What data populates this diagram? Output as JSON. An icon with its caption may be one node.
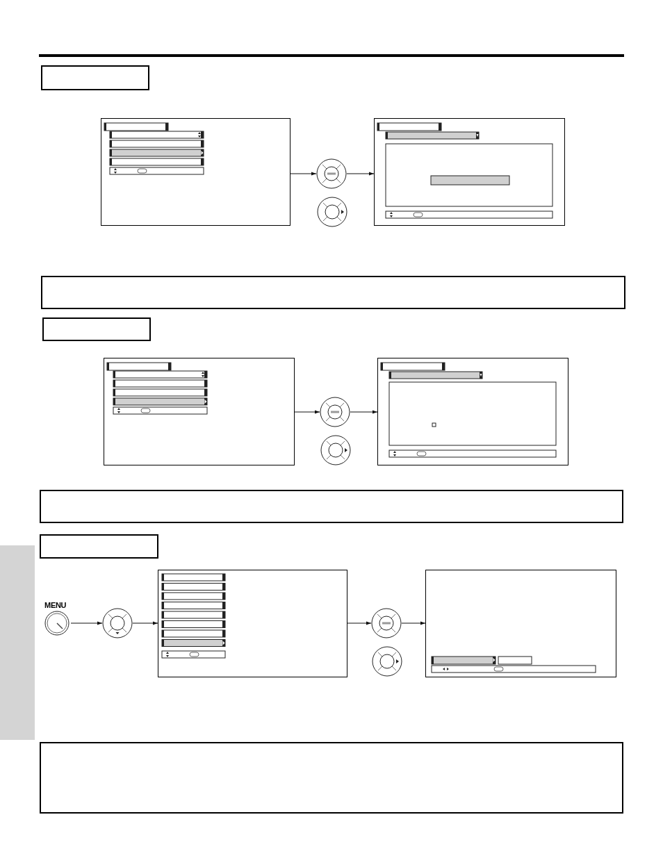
{
  "diagram": {
    "nodes": [
      {
        "text": [],
        "shape": "box"
      },
      {
        "text": [],
        "shape": "picture"
      },
      {
        "text": [],
        "shape": "circle"
      },
      {
        "text": [],
        "shape": "picture"
      },
      {
        "text": [],
        "shape": "box"
      },
      {
        "text": [],
        "shape": "box"
      },
      {
        "text": [],
        "shape": "picture"
      },
      {
        "text": [],
        "shape": "circle"
      },
      {
        "text": [],
        "shape": "picture"
      },
      {
        "text": [],
        "shape": "box"
      },
      {
        "text": [],
        "shape": "box"
      },
      {
        "text": [
          "MENU"
        ]
      },
      {
        "text": [],
        "shape": "circle"
      },
      {
        "text": [],
        "shape": "picture"
      },
      {
        "text": [],
        "shape": "circle"
      },
      {
        "text": [],
        "shape": "picture"
      },
      {
        "text": [],
        "shape": "box"
      },
      {
        "text": [],
        "shape": "bar"
      }
    ],
    "edges": [
      {
        "from": 1,
        "to": 2,
        "arrow": "to"
      },
      {
        "from": 2,
        "to": 3,
        "arrow": "to"
      },
      {
        "from": 6,
        "to": 7,
        "arrow": "to"
      },
      {
        "from": 7,
        "to": 8,
        "arrow": "to"
      },
      {
        "from": 11,
        "to": 12,
        "arrow": "to"
      },
      {
        "from": 12,
        "to": 13,
        "arrow": "to"
      },
      {
        "from": 13,
        "to": 14,
        "arrow": "to"
      },
      {
        "from": 14,
        "to": 15,
        "arrow": "to"
      }
    ]
  }
}
